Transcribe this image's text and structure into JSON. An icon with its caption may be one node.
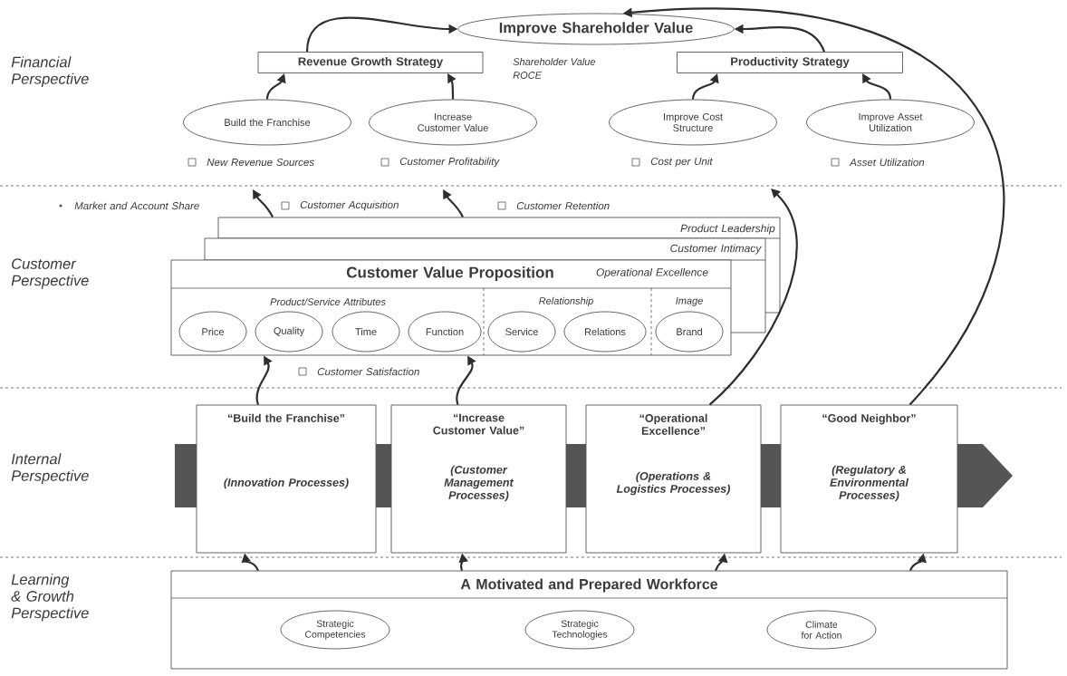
{
  "diagram": {
    "nodes": [
      {
        "text": [
          "Improve Shareholder Value"
        ]
      },
      {
        "text": [
          "Revenue Growth Strategy"
        ]
      },
      {
        "text": [
          "Productivity Strategy"
        ]
      },
      {
        "text": [
          "Build the Franchise"
        ]
      },
      {
        "text": [
          "Increase Customer Value"
        ]
      },
      {
        "text": [
          "Improve Cost Structure"
        ]
      },
      {
        "text": [
          "Improve Asset Utilization"
        ]
      },
      {
        "text": [
          "Product Leadership"
        ]
      },
      {
        "text": [
          "Customer Intimacy"
        ]
      },
      {
        "text": [
          "Customer Value Proposition",
          "Operational Excellence",
          "Product/Service Attributes",
          "Relationship",
          "Image"
        ]
      },
      {
        "text": [
          "Price"
        ],
        "in": 9
      },
      {
        "text": [
          "Quality"
        ],
        "in": 9
      },
      {
        "text": [
          "Time"
        ],
        "in": 9
      },
      {
        "text": [
          "Function"
        ],
        "in": 9
      },
      {
        "text": [
          "Service"
        ],
        "in": 9
      },
      {
        "text": [
          "Relations"
        ],
        "in": 9
      },
      {
        "text": [
          "Brand"
        ],
        "in": 9
      },
      {
        "text": [
          "“Build the Franchise”",
          "(Innovation Processes)"
        ]
      },
      {
        "text": [
          "“Increase Customer Value”",
          "(Customer Management Processes)"
        ]
      },
      {
        "text": [
          "“Operational Excellence”",
          "(Operations & Logistics Processes)"
        ]
      },
      {
        "text": [
          "“Good Neighbor”",
          "(Regulatory & Environmental Processes)"
        ]
      },
      {
        "text": [
          "A Motivated and Prepared Workforce"
        ]
      },
      {
        "text": [
          "Strategic Competencies"
        ],
        "in": 21
      },
      {
        "text": [
          "Strategic Technologies"
        ],
        "in": 21
      },
      {
        "text": [
          "Climate for Action"
        ],
        "in": 21
      }
    ],
    "edges": [
      {
        "from": 1,
        "to": 0,
        "arrow": "to"
      },
      {
        "from": 2,
        "to": 0,
        "arrow": "to"
      },
      {
        "from": 3,
        "to": 1,
        "arrow": "to"
      },
      {
        "from": 4,
        "to": 1,
        "arrow": "to"
      },
      {
        "from": 5,
        "to": 2,
        "arrow": "to"
      },
      {
        "from": 6,
        "to": 2,
        "arrow": "to"
      },
      {
        "from": 7,
        "to": null,
        "arrow": "to"
      },
      {
        "from": 7,
        "to": null,
        "arrow": "to"
      },
      {
        "from": 17,
        "to": 9,
        "arrow": "to"
      },
      {
        "from": 18,
        "to": 9,
        "arrow": "to"
      },
      {
        "from": 19,
        "to": null,
        "arrow": "to"
      },
      {
        "from": 20,
        "to": 0,
        "arrow": "to"
      },
      {
        "from": 21,
        "to": 17,
        "arrow": "to"
      },
      {
        "from": 21,
        "to": 18,
        "arrow": "to"
      },
      {
        "from": 21,
        "to": 19,
        "arrow": "to"
      },
      {
        "from": 21,
        "to": 20,
        "arrow": "to"
      }
    ],
    "labels": [
      "Financial Perspective",
      "Shareholder Value",
      "ROCE",
      "New Revenue Sources",
      "Customer Profitability",
      "Cost per Unit",
      "Asset Utilization",
      "Market and Account Share",
      "Customer Acquisition",
      "Customer Retention",
      "Customer Perspective",
      "Customer Satisfaction",
      "Internal Perspective",
      "Learning & Growth Perspective"
    ]
  }
}
